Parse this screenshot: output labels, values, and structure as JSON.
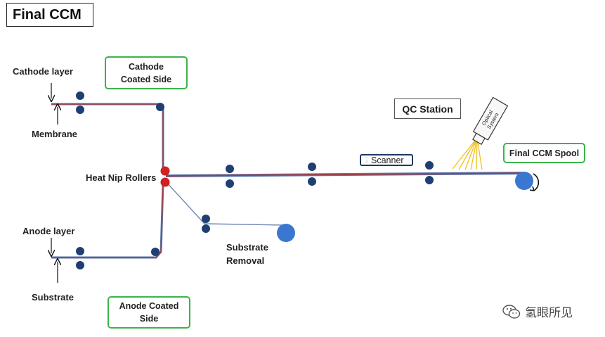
{
  "title": "Final CCM",
  "labels": {
    "cathode_layer": "Cathode layer",
    "membrane": "Membrane",
    "anode_layer": "Anode layer",
    "substrate": "Substrate",
    "heat_nip_rollers": "Heat Nip Rollers",
    "substrate_removal": "Substrate\nRemoval",
    "qc_station": "QC Station",
    "scanner": "Scanner",
    "optical_system": "Optical\nSystem"
  },
  "boxes": {
    "cathode_coated_side": "Cathode\nCoated Side",
    "anode_coated_side": "Anode Coated\nSide",
    "final_ccm_spool": "Final CCM Spool"
  },
  "watermark": "氢眼所见",
  "colors": {
    "roller": "#1f3f73",
    "heat_roller": "#d21f1f",
    "spool": "#3a77d0",
    "box_border": "#3bb44a",
    "web_line": "#a83a3a",
    "membrane_line": "#5b74a8",
    "light_rays": "#f0c020"
  }
}
